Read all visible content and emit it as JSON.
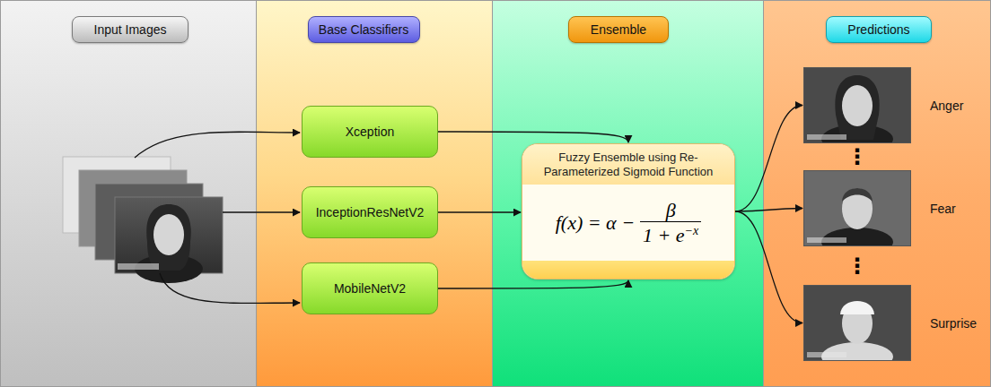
{
  "diagram": {
    "nodes": [
      {
        "text": [
          "Input Images"
        ]
      },
      {
        "text": [
          "Base Classifiers"
        ]
      },
      {
        "text": [
          "Ensemble"
        ]
      },
      {
        "text": [
          "Predictions"
        ]
      },
      {
        "text": [
          "Xception"
        ]
      },
      {
        "text": [
          "InceptionResNetV2"
        ]
      },
      {
        "text": [
          "MobileNetV2"
        ]
      },
      {
        "text": [
          "Fuzzy Ensemble using Re-Parameterized Sigmoid Function",
          "f(x) = α −",
          "β",
          "1 + e",
          "−x"
        ]
      },
      {
        "text": [
          "Anger"
        ]
      },
      {
        "text": [
          "Fear"
        ]
      },
      {
        "text": [
          "Surprise"
        ]
      }
    ],
    "edges": [
      {
        "from": 4,
        "to": 7,
        "arrow": "to"
      },
      {
        "from": 5,
        "to": 7,
        "arrow": "to"
      },
      {
        "from": 6,
        "to": 7,
        "arrow": "to"
      },
      {
        "from": 7,
        "to": 8,
        "arrow": "to"
      },
      {
        "from": 7,
        "to": 9,
        "arrow": "to"
      },
      {
        "from": 7,
        "to": 10,
        "arrow": "to"
      }
    ],
    "labels": [
      "⋮",
      "⋮"
    ]
  }
}
